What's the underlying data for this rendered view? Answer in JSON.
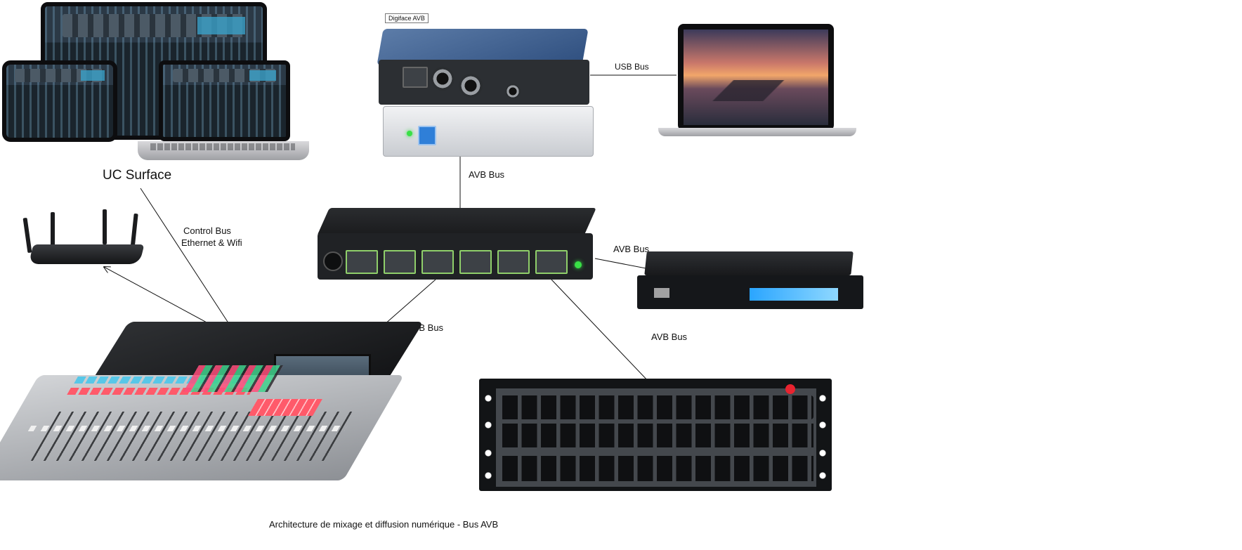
{
  "diagram": {
    "caption": "Architecture de mixage et diffusion numérique - Bus AVB",
    "nodes": {
      "digiface": {
        "tag_label": "Digiface AVB",
        "icon": "audio-interface-icon"
      },
      "laptop": {
        "icon": "laptop-icon"
      },
      "uc_surface": {
        "label": "UC Surface",
        "icon": "tablet-laptop-control-icon"
      },
      "router": {
        "icon": "wifi-router-icon"
      },
      "avb_switch": {
        "icon": "network-switch-icon"
      },
      "rack_unit": {
        "icon": "rack-interface-icon"
      },
      "mixer": {
        "icon": "mixing-console-icon"
      },
      "stagebox": {
        "icon": "stagebox-icon"
      }
    },
    "edges": {
      "usb": {
        "label": "USB Bus"
      },
      "digiface_switch": {
        "label": "AVB Bus"
      },
      "switch_rack": {
        "label": "AVB Bus"
      },
      "switch_mixer": {
        "label": "AVB Bus"
      },
      "switch_stagebox": {
        "label": "AVB Bus"
      },
      "control": {
        "label_line1": "Control Bus",
        "label_line2": "Ethernet & Wifi"
      }
    }
  }
}
